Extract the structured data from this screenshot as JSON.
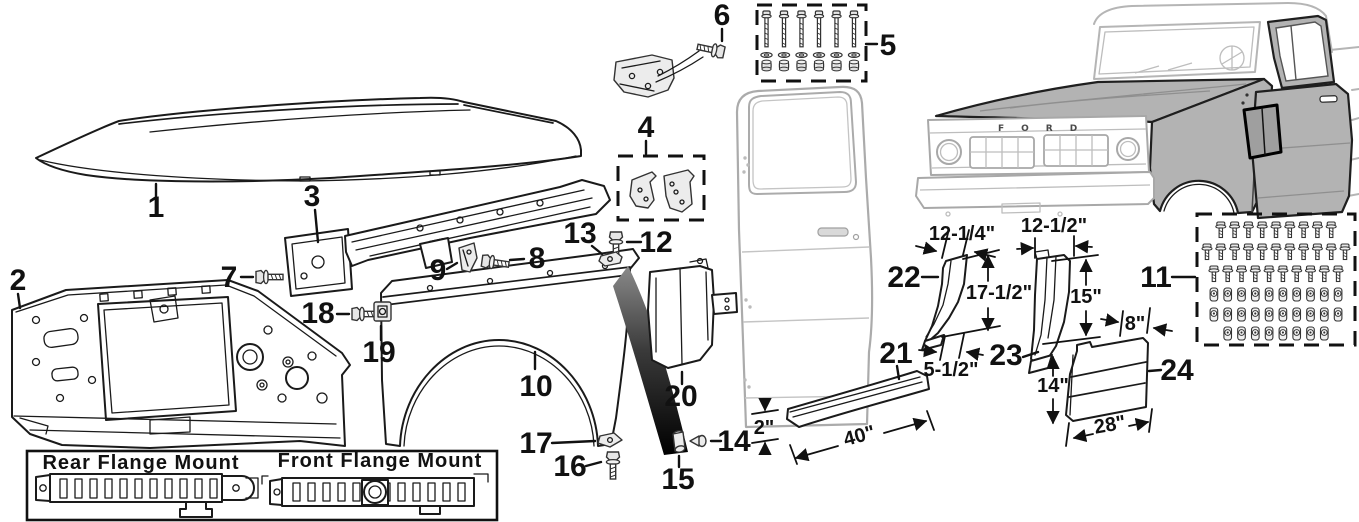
{
  "parts": {
    "p1": "1",
    "p2": "2",
    "p3": "3",
    "p4": "4",
    "p5": "5",
    "p6": "6",
    "p7": "7",
    "p8": "8",
    "p9": "9",
    "p10": "10",
    "p11": "11",
    "p12": "12",
    "p13": "13",
    "p14": "14",
    "p15": "15",
    "p16": "16",
    "p17": "17",
    "p18": "18",
    "p19": "19",
    "p20": "20",
    "p21": "21",
    "p22": "22",
    "p23": "23",
    "p24": "24"
  },
  "dimensions": {
    "part21_height": "2\"",
    "part21_length": "40\"",
    "part22_top_width": "12-1/4\"",
    "part22_height": "17-1/2\"",
    "part22_bottom_width": "5-1/2\"",
    "part23_top_width": "12-1/2\"",
    "part23_height": "15\"",
    "part24_top_width": "8\"",
    "part24_height": "14\"",
    "part24_bottom_width": "28\""
  },
  "captions": {
    "rear_flange": "Rear Flange Mount",
    "front_flange": "Front Flange Mount"
  },
  "truck": {
    "grille_text": "FORD"
  },
  "hardware_kits": {
    "kit5_bolt_count": 6,
    "kit11_bolt_rows": [
      9,
      11,
      10
    ],
    "kit11_clip_rows": [
      10,
      10,
      8
    ]
  },
  "colors": {
    "background": "#ffffff",
    "line": "#1a1a1a",
    "light_line": "#b5b5b5",
    "panel_shade": "#b3b3b3",
    "swoosh_dark": "#000000"
  }
}
